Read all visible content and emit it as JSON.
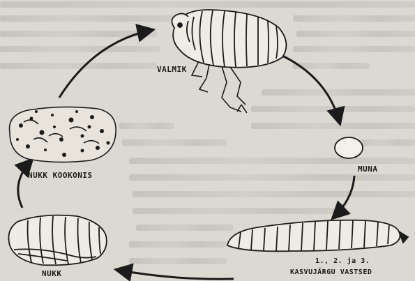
{
  "diagram": {
    "stages": {
      "adult": "VALMIK",
      "egg": "MUNA",
      "larvae_line1": "1., 2. ja 3.",
      "larvae_line2": "KASVUJÄRGU VASTSED",
      "pupa": "NUKK",
      "cocoon": "NUKK KOOKONIS"
    }
  },
  "colors": {
    "paper": "#dcd9d2",
    "ink": "#1b1b1b"
  }
}
